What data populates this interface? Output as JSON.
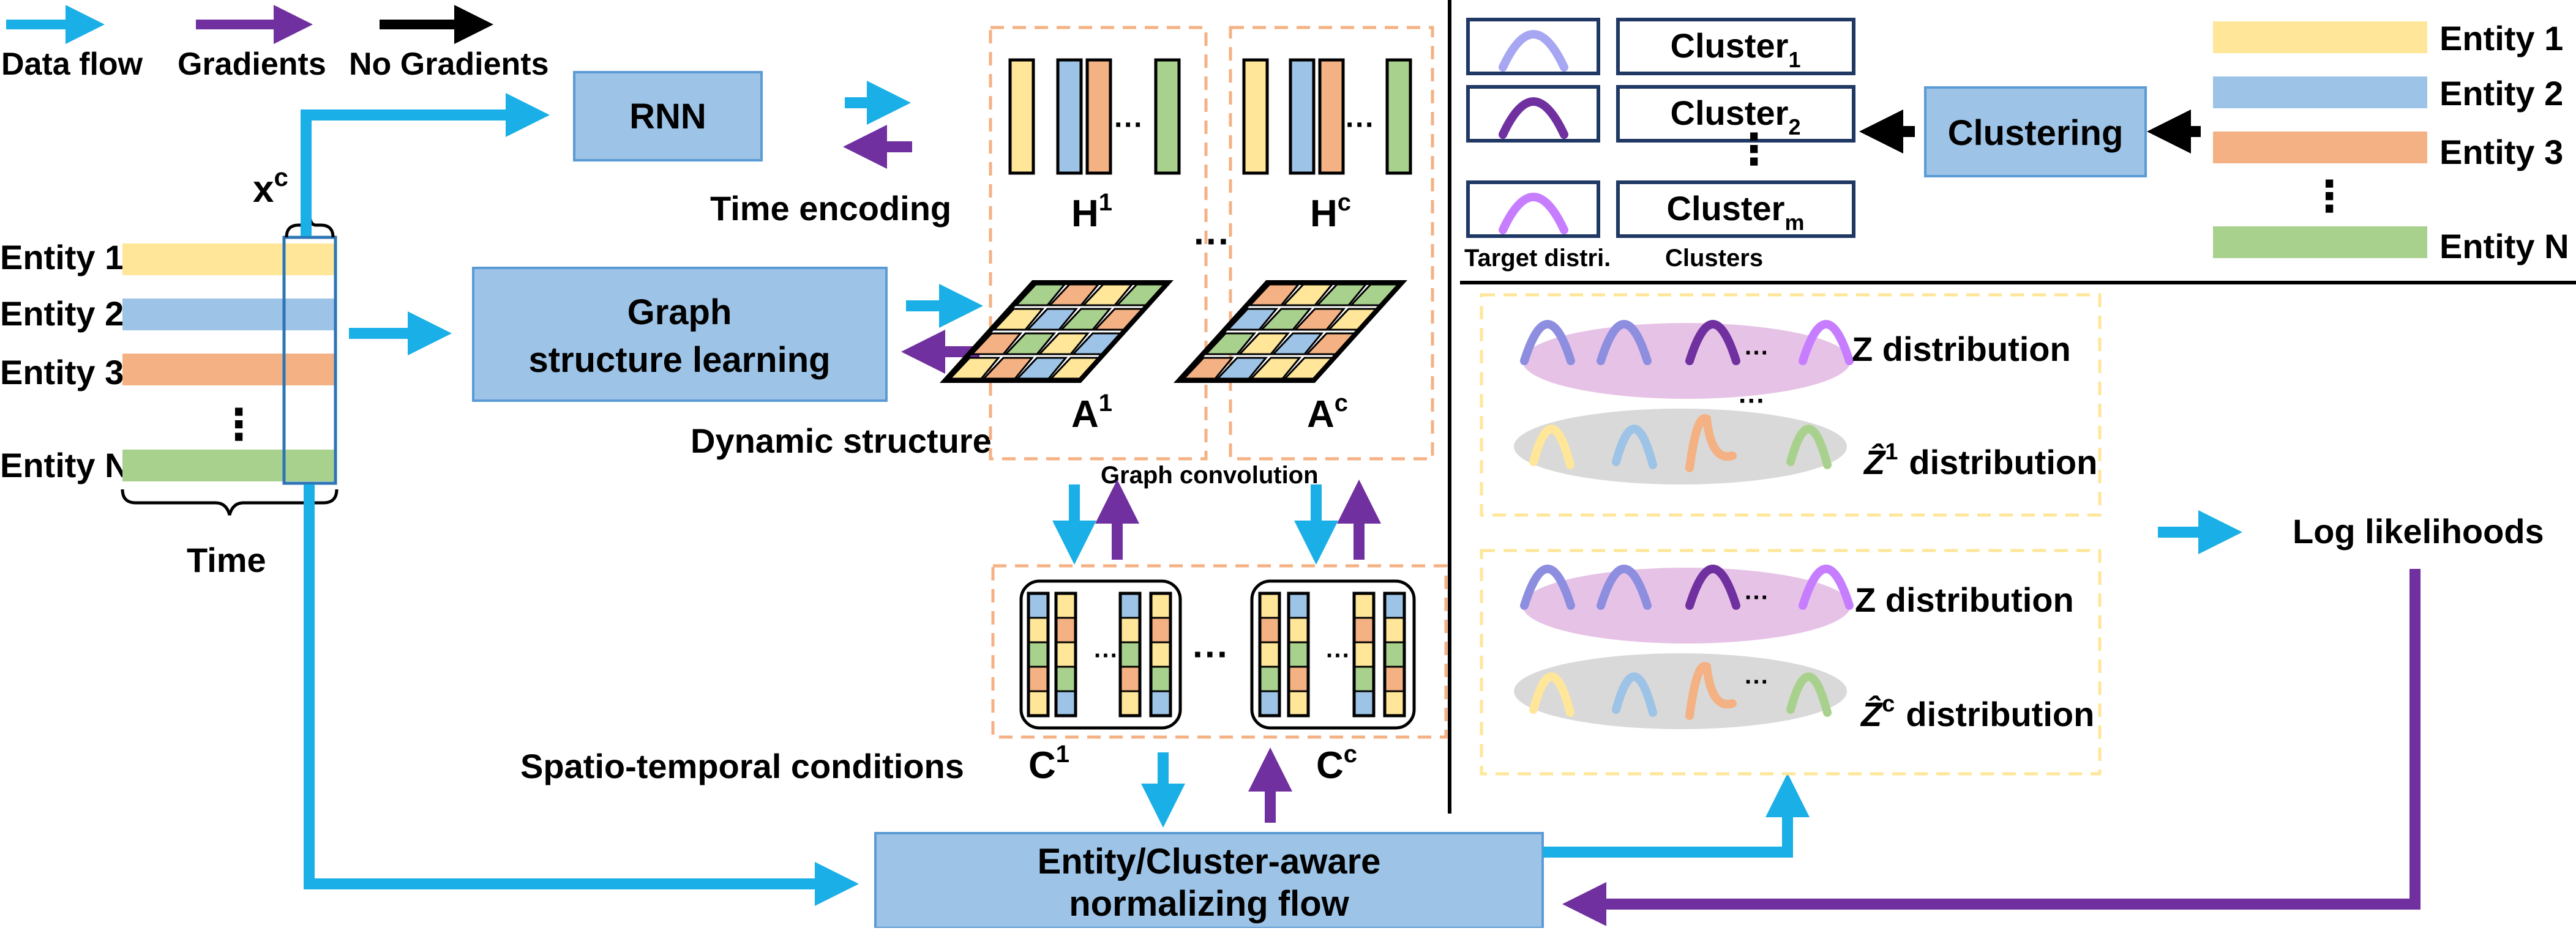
{
  "legend": {
    "items": [
      {
        "label": "Data flow",
        "color": "#1AAFE6"
      },
      {
        "label": "Gradients",
        "color": "#7030A0"
      },
      {
        "label": "No Gradients",
        "color": "#000000"
      }
    ]
  },
  "colors": {
    "data_flow": "#1AAFE6",
    "gradient": "#7030A0",
    "box_fill": "#9DC3E6",
    "box_stroke": "#5B9BD5",
    "dash": "#F4B183",
    "dash_yellow": "#FFE699",
    "entity_1": "#FFE699",
    "entity_2": "#9DC3E6",
    "entity_3": "#F4B183",
    "entity_n": "#A9D18E"
  },
  "input": {
    "entities": [
      "Entity 1",
      "Entity 2",
      "Entity 3",
      "Entity N"
    ],
    "dots": "⋮",
    "window_label": "x",
    "window_sup": "c",
    "time_label": "Time"
  },
  "modules": {
    "rnn": "RNN",
    "gsl_line1": "Graph",
    "gsl_line2": "structure learning",
    "flow_line1": "Entity/Cluster-aware",
    "flow_line2": "normalizing flow",
    "clustering": "Clustering"
  },
  "labels": {
    "time_encoding": "Time encoding",
    "dynamic_structure": "Dynamic structure",
    "graph_convolution": "Graph convolution",
    "spatio_temporal": "Spatio-temporal conditions",
    "h1_base": "H",
    "h1_sup": "1",
    "hc_base": "H",
    "hc_sup": "c",
    "a1_base": "A",
    "a1_sup": "1",
    "ac_base": "A",
    "ac_sup": "c",
    "c1_base": "C",
    "c1_sup": "1",
    "cc_base": "C",
    "cc_sup": "c",
    "ellipsis": "···",
    "log_likelihoods": "Log likelihoods"
  },
  "clusters": {
    "items": [
      {
        "base": "Cluster",
        "sub": "1"
      },
      {
        "base": "Cluster",
        "sub": "2"
      },
      {
        "base": "Cluster",
        "sub": "m"
      }
    ],
    "target_label": "Target distri.",
    "clusters_label": "Clusters",
    "curve_colors": [
      "#A6A6F2",
      "#7030A0",
      "#C77DFF"
    ]
  },
  "right_entities": [
    "Entity 1",
    "Entity 2",
    "Entity 3",
    "Entity N"
  ],
  "distributions": {
    "top_z": "Z distribution",
    "top_zhat_base": "Ẑ",
    "top_zhat_sup": "1",
    "top_zhat_suffix": "distribution",
    "bottom_z": "Z distribution",
    "bottom_zhat_base": "Ẑ",
    "bottom_zhat_sup": "c",
    "bottom_zhat_suffix": "distribution"
  }
}
